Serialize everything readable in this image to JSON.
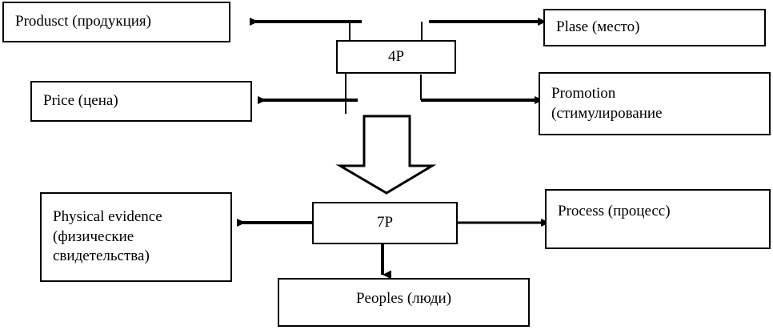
{
  "diagram": {
    "title_hub_top": "4P",
    "title_hub_bottom": "7P",
    "boxes": {
      "produsct": "Produsct (продукция)",
      "plase": "Plase (место)",
      "price": "Price (цена)",
      "promotion_line1": "Promotion",
      "promotion_line2": "(стимулирование",
      "physical_line1": "Physical evidence",
      "physical_line2": "(физические",
      "physical_line3": "свидетельства)",
      "process": "Process (процесс)",
      "peoples": "Peoples (люди)"
    },
    "hub4p_label": "4P",
    "hub7p_label": "7P",
    "colors": {
      "stroke": "#000000",
      "background": "#ffffff",
      "text": "#000000"
    },
    "connections": [
      {
        "from": "4P",
        "to": "Produsct (продукция)",
        "direction": "left"
      },
      {
        "from": "4P",
        "to": "Plase (место)",
        "direction": "right"
      },
      {
        "from": "4P",
        "to": "Price (цена)",
        "direction": "left"
      },
      {
        "from": "4P",
        "to": "Promotion (стимулирование",
        "direction": "right"
      },
      {
        "from": "4P",
        "to": "7P",
        "direction": "down",
        "style": "hollow-block-arrow"
      },
      {
        "from": "7P",
        "to": "Physical evidence (физические свидетельства)",
        "direction": "left"
      },
      {
        "from": "7P",
        "to": "Process (процесс)",
        "direction": "right"
      },
      {
        "from": "7P",
        "to": "Peoples (люди)",
        "direction": "down"
      }
    ]
  }
}
